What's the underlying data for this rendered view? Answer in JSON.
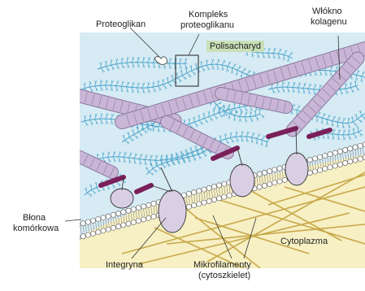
{
  "labels": {
    "proteoglycan": "Proteoglikan",
    "complex_line1": "Kompleks",
    "complex_line2": "proteoglikanu",
    "polysaccharide": "Polisacharyd",
    "collagen_line1": "Włókno",
    "collagen_line2": "kolagenu",
    "membrane_line1": "Błona",
    "membrane_line2": "komórkowa",
    "cytoplasm": "Cytoplazma",
    "integrin": "Integryna",
    "microfilaments_line1": "Mikrofilamenty",
    "microfilaments_line2": "(cytoszkielet)"
  },
  "colors": {
    "ecm_background": "#d6ebf4",
    "cytoplasm": "#f7f0c4",
    "collagen": "#c9b6d6",
    "collagen_stroke": "#8a78a0",
    "integrin": "#d9cfe4",
    "linker": "#7a1f5a",
    "proteoglycan": "#4aa3c9",
    "microfilament": "#c8a84a",
    "polysaccharide_label_bg": "#c9dfb7"
  }
}
